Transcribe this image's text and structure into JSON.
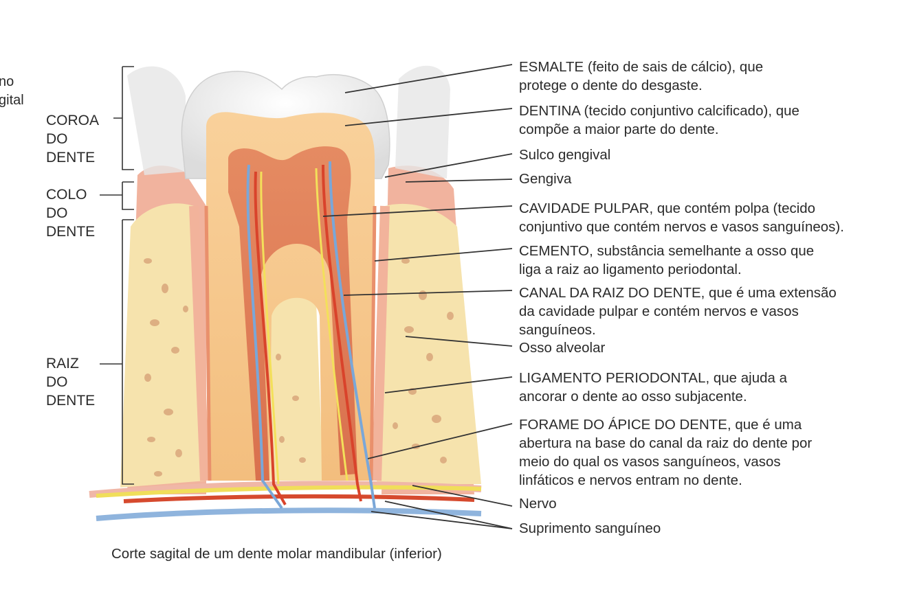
{
  "edge_fragment": [
    "no",
    "gital"
  ],
  "regions": [
    {
      "lines": [
        "COROA",
        "DO",
        "DENTE"
      ]
    },
    {
      "lines": [
        "COLO",
        "DO",
        "DENTE"
      ]
    },
    {
      "lines": [
        "RAIZ",
        "DO",
        "DENTE"
      ]
    }
  ],
  "labels": [
    {
      "key": "esmalte",
      "lines": [
        "ESMALTE (feito de sais de cálcio), que",
        "protege o dente do desgaste."
      ]
    },
    {
      "key": "dentina",
      "lines": [
        "DENTINA (tecido conjuntivo calcificado), que",
        "compõe a maior parte do dente."
      ]
    },
    {
      "key": "sulco",
      "lines": [
        "Sulco gengival"
      ]
    },
    {
      "key": "gengiva",
      "lines": [
        "Gengiva"
      ]
    },
    {
      "key": "cavidade",
      "lines": [
        "CAVIDADE PULPAR, que contém polpa (tecido",
        "conjuntivo que contém nervos e vasos sanguíneos)."
      ]
    },
    {
      "key": "cemento",
      "lines": [
        "CEMENTO, substância semelhante a osso que",
        "liga a raiz ao ligamento periodontal."
      ]
    },
    {
      "key": "canal",
      "lines": [
        "CANAL DA RAIZ DO DENTE, que é uma extensão",
        "da cavidade pulpar e contém nervos e vasos",
        "sanguíneos."
      ]
    },
    {
      "key": "osso",
      "lines": [
        "Osso alveolar"
      ]
    },
    {
      "key": "ligamento",
      "lines": [
        "LIGAMENTO PERIODONTAL, que ajuda a",
        "ancorar o dente ao osso subjacente."
      ]
    },
    {
      "key": "forame",
      "lines": [
        "FORAME DO ÁPICE DO DENTE, que é uma",
        "abertura na base do canal da raiz do dente por",
        "meio do qual os vasos sanguíneos, vasos",
        "linfáticos e nervos entram no dente."
      ]
    },
    {
      "key": "nervo",
      "lines": [
        "Nervo"
      ]
    },
    {
      "key": "suprimento",
      "lines": [
        "Suprimento sanguíneo"
      ]
    }
  ],
  "caption": "Corte sagital de um dente molar mandibular (inferior)",
  "colors": {
    "enamel": "#f2f2f2",
    "dentin": "#f6c98a",
    "pulp": "#e07a55",
    "gum": "#f1a98f",
    "bone": "#f7e4b0",
    "nerve": "#f3e05a",
    "artery": "#d9432b",
    "vein": "#7aa7d8",
    "leader": "#333333"
  }
}
